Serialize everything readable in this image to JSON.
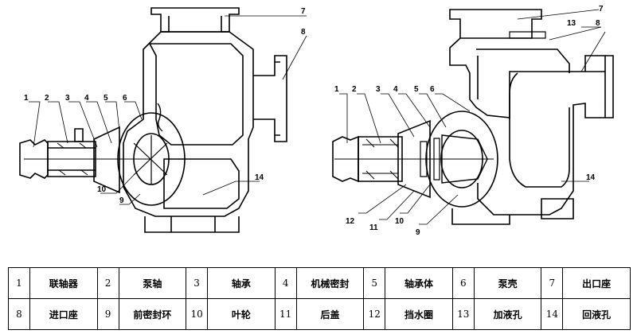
{
  "left_view": {
    "callouts": [
      "1",
      "2",
      "3",
      "4",
      "5",
      "6",
      "7",
      "8",
      "10",
      "9",
      "14"
    ]
  },
  "right_view": {
    "callouts": [
      "7",
      "13",
      "8",
      "1",
      "2",
      "3",
      "4",
      "5",
      "6",
      "14",
      "12",
      "11",
      "10",
      "9"
    ]
  },
  "parts_table": {
    "rows": [
      [
        {
          "num": "1",
          "name": "联轴器"
        },
        {
          "num": "2",
          "name": "泵轴"
        },
        {
          "num": "3",
          "name": "轴承"
        },
        {
          "num": "4",
          "name": "机械密封"
        },
        {
          "num": "5",
          "name": "轴承体"
        },
        {
          "num": "6",
          "name": "泵壳"
        },
        {
          "num": "7",
          "name": "出口座"
        }
      ],
      [
        {
          "num": "8",
          "name": "进口座"
        },
        {
          "num": "9",
          "name": "前密封环"
        },
        {
          "num": "10",
          "name": "叶轮"
        },
        {
          "num": "11",
          "name": "后盖"
        },
        {
          "num": "12",
          "name": "挡水圈"
        },
        {
          "num": "13",
          "name": "加液孔"
        },
        {
          "num": "14",
          "name": "回液孔"
        }
      ]
    ]
  }
}
